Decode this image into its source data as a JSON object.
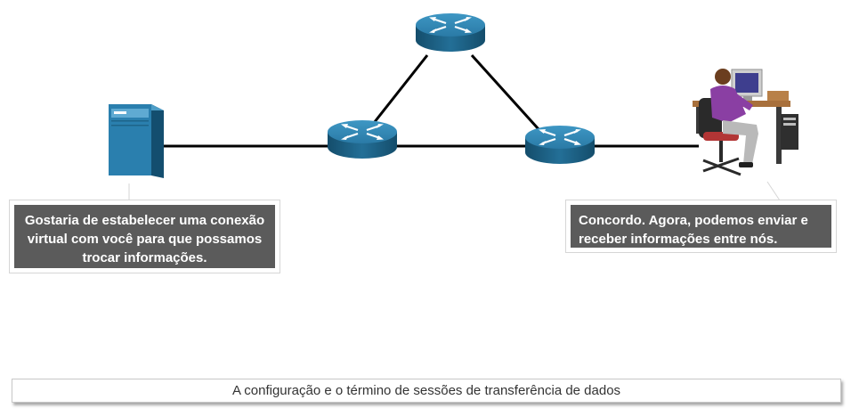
{
  "messages": {
    "server_message": "Gostaria de estabelecer uma conexão virtual com você para que possamos trocar informações.",
    "user_message": "Concordo. Agora, podemos enviar e receber informações entre nós."
  },
  "caption": "A configuração e o término de sessões de transferência de dados",
  "colors": {
    "router": "#1f6d96",
    "server": "#2a7fae",
    "link": "#000000",
    "bubble": "#5b5b5b"
  }
}
